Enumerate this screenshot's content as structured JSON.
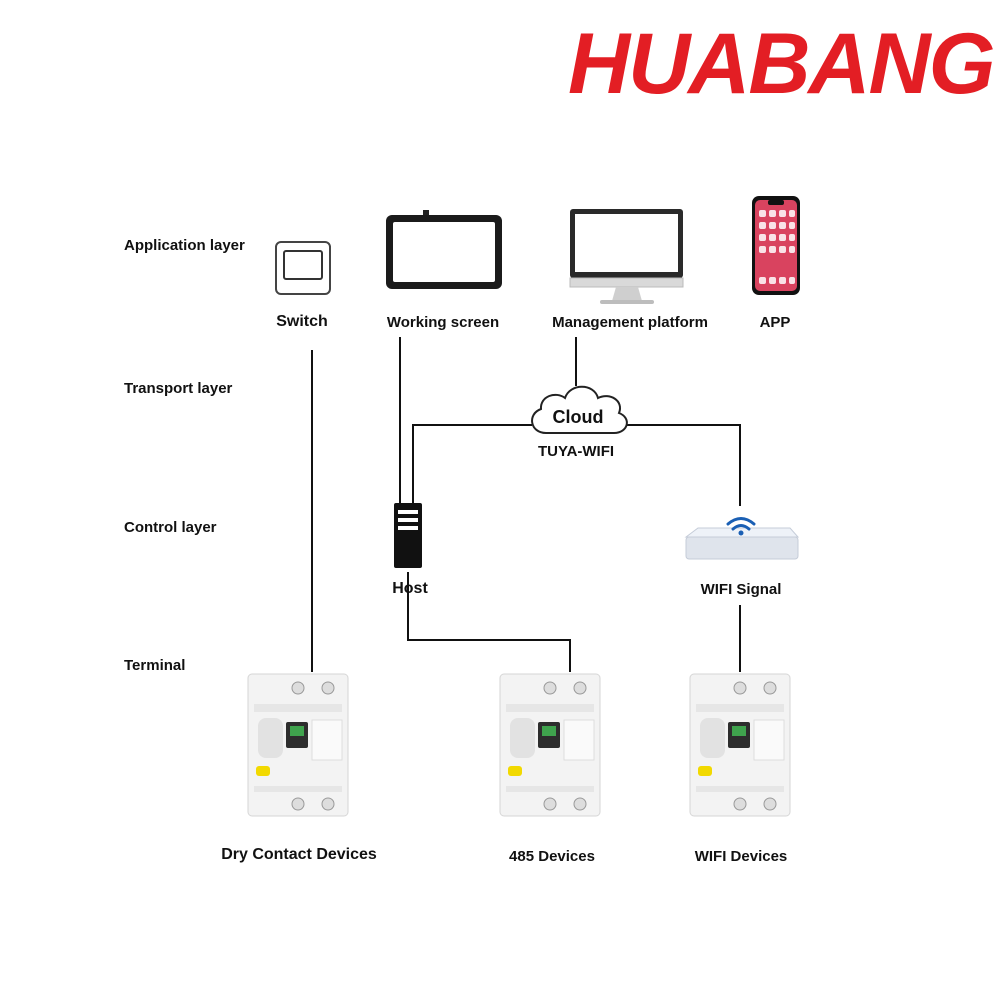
{
  "brand": {
    "name": "HUABANG",
    "color": "#e31e24"
  },
  "layers": {
    "application": "Application layer",
    "transport": "Transport layer",
    "control": "Control layer",
    "terminal": "Terminal"
  },
  "nodes": {
    "switch": "Switch",
    "working_screen": "Working screen",
    "management_platform": "Management platform",
    "app": "APP",
    "cloud": "Cloud",
    "tuya_wifi": "TUYA-WIFI",
    "host": "Host",
    "wifi_signal": "WIFI Signal",
    "dry_contact_devices": "Dry Contact Devices",
    "rs485_devices": "485 Devices",
    "wifi_devices": "WIFI Devices"
  },
  "colors": {
    "line": "#111111",
    "panel": "#ffffff",
    "device_body": "#f2f2f2",
    "router": "#dfe6f2",
    "wifi_arc": "#1a5fb4"
  },
  "icons": [
    "wall-switch-icon",
    "touch-screen-icon",
    "monitor-icon",
    "smartphone-icon",
    "cloud-icon",
    "host-server-icon",
    "wifi-router-icon",
    "circuit-breaker-icon"
  ]
}
